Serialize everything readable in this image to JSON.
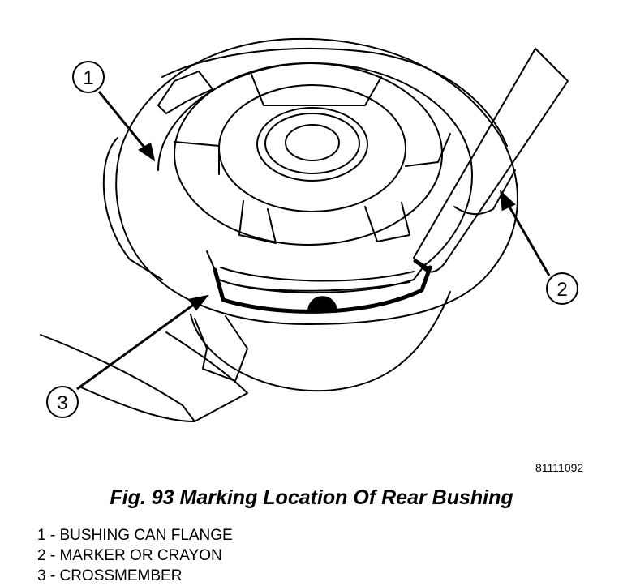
{
  "figure": {
    "code": "81111092",
    "caption": "Fig. 93 Marking Location Of Rear Bushing",
    "callouts": [
      {
        "num": "1"
      },
      {
        "num": "2"
      },
      {
        "num": "3"
      }
    ],
    "legend": [
      {
        "num": "1",
        "label": "BUSHING CAN FLANGE"
      },
      {
        "num": "2",
        "label": "MARKER OR CRAYON"
      },
      {
        "num": "3",
        "label": "CROSSMEMBER"
      }
    ]
  }
}
